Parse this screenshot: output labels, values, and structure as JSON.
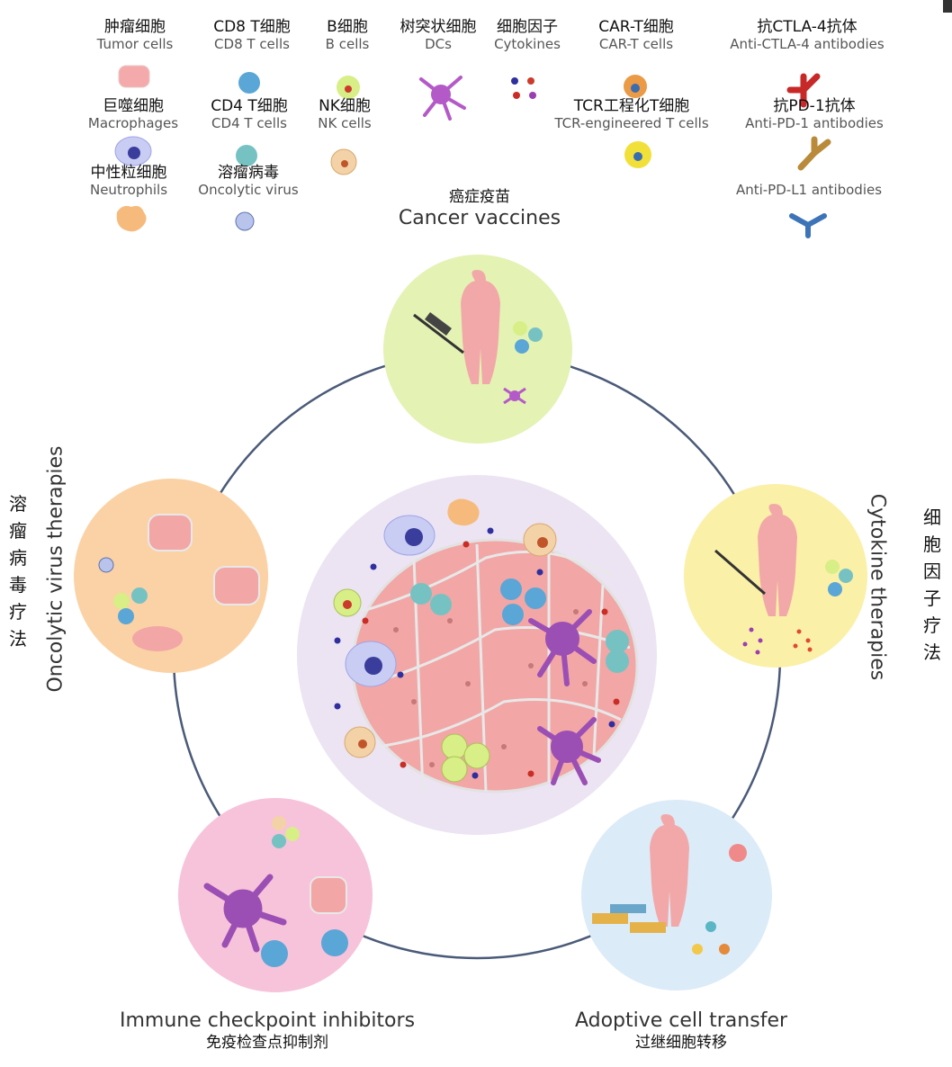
{
  "legend": [
    {
      "cn": "肿瘤细胞",
      "en": "Tumor cells",
      "icon": "tumor-cell-icon"
    },
    {
      "cn": "CD8 T细胞",
      "en": "CD8 T cells",
      "icon": "cd8-t-cell-icon"
    },
    {
      "cn": "B细胞",
      "en": "B cells",
      "icon": "b-cell-icon"
    },
    {
      "cn": "树突状细胞",
      "en": "DCs",
      "icon": "dendritic-cell-icon"
    },
    {
      "cn": "细胞因子",
      "en": "Cytokines",
      "icon": "cytokines-icon"
    },
    {
      "cn": "CAR-T细胞",
      "en": "CAR-T cells",
      "icon": "car-t-cell-icon"
    },
    {
      "cn": "抗CTLA-4抗体",
      "en": "Anti-CTLA-4 antibodies",
      "icon": "anti-ctla4-antibody-icon"
    },
    {
      "cn": "巨噬细胞",
      "en": "Macrophages",
      "icon": "macrophage-icon"
    },
    {
      "cn": "CD4 T细胞",
      "en": "CD4 T cells",
      "icon": "cd4-t-cell-icon"
    },
    {
      "cn": "NK细胞",
      "en": "NK cells",
      "icon": "nk-cell-icon"
    },
    {
      "cn": "TCR工程化T细胞",
      "en": "TCR-engineered T cells",
      "icon": "tcr-t-cell-icon"
    },
    {
      "cn": "抗PD-1抗体",
      "en": "Anti-PD-1 antibodies",
      "icon": "anti-pd1-antibody-icon"
    },
    {
      "cn": "中性粒细胞",
      "en": "Neutrophils",
      "icon": "neutrophil-icon"
    },
    {
      "cn": "溶瘤病毒",
      "en": "Oncolytic virus",
      "icon": "oncolytic-virus-icon"
    },
    {
      "cn": "",
      "en": "Anti-PD-L1 antibodies",
      "icon": "anti-pdl1-antibody-icon"
    }
  ],
  "therapies": {
    "vaccines": {
      "cn": "癌症疫苗",
      "en": "Cancer vaccines",
      "color": "#e4f2b4"
    },
    "cytokine": {
      "cn": "细胞因子疗法",
      "en": "Cytokine therapies",
      "color": "#fbf0a8"
    },
    "adoptive": {
      "cn": "过继细胞转移",
      "en": "Adoptive cell transfer",
      "color": "#dcebf8"
    },
    "checkpoint": {
      "cn": "免疫检查点抑制剂",
      "en": "Immune checkpoint inhibitors",
      "color": "#f7c3da"
    },
    "oncolytic": {
      "cn": "溶瘤病毒疗法",
      "en": "Oncolytic virus therapies",
      "color": "#fbd2a5"
    }
  },
  "center": {
    "color": "#ece4f3"
  },
  "colors": {
    "tumor": "#f2a6a6",
    "tumor_border": "#e8e8e8",
    "dc": "#b45ac8",
    "macrophage": "#c9cdf3",
    "t_cell": "#76c2c3",
    "ring": "#4a5a78"
  }
}
